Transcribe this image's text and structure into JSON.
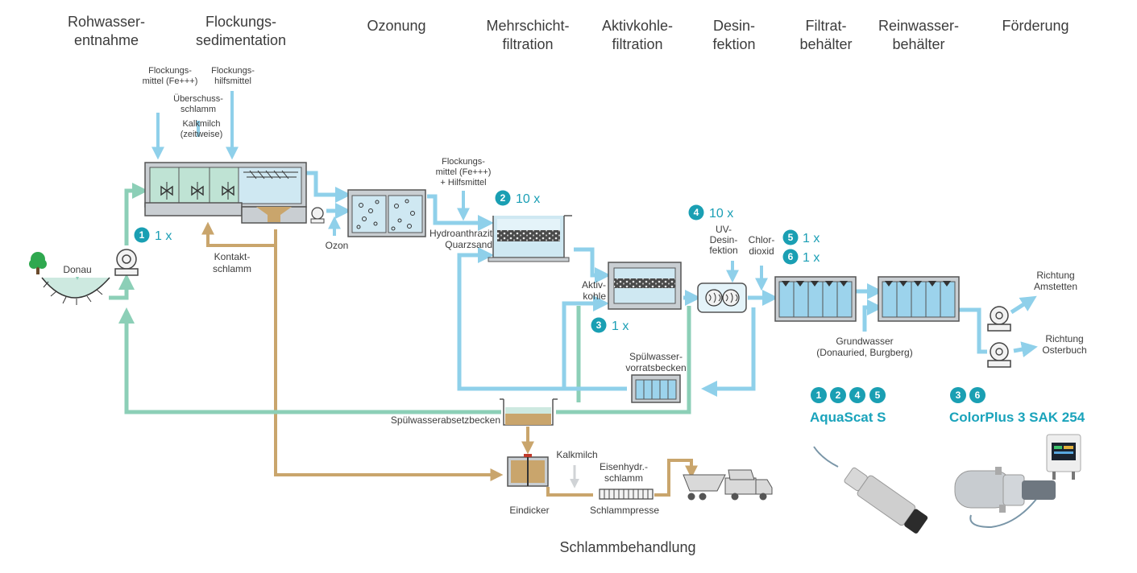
{
  "stages": [
    {
      "l1": "Rohwasser-",
      "l2": "entnahme"
    },
    {
      "l1": "Flockungs-",
      "l2": "sedimentation"
    },
    {
      "l1": "Ozonung",
      "l2": ""
    },
    {
      "l1": "Mehrschicht-",
      "l2": "filtration"
    },
    {
      "l1": "Aktivkohle-",
      "l2": "filtration"
    },
    {
      "l1": "Desin-",
      "l2": "fektion"
    },
    {
      "l1": "Filtrat-",
      "l2": "behälter"
    },
    {
      "l1": "Reinwasser-",
      "l2": "behälter"
    },
    {
      "l1": "Förderung",
      "l2": ""
    }
  ],
  "labels": {
    "flockungsmittel_1": [
      "Flockungs-",
      "mittel (Fe+++)"
    ],
    "flockungshilfsmittel": [
      "Flockungs-",
      "hilfsmittel"
    ],
    "ueberschussschlamm": [
      "Überschuss-",
      "schlamm"
    ],
    "kalkmilch_zeitweise": [
      "Kalkmilch",
      "(zeitweise)"
    ],
    "donau": "Donau",
    "kontaktschlamm": [
      "Kontakt-",
      "schlamm"
    ],
    "ozon": "Ozon",
    "flockungsmittel_2": [
      "Flockungs-",
      "mittel (Fe+++)",
      "+ Hilfsmittel"
    ],
    "hydroanthrazit": [
      "Hydroanthrazit",
      "Quarzsand"
    ],
    "aktivkohle": [
      "Aktiv-",
      "kohle"
    ],
    "uv": [
      "UV-",
      "Desin-",
      "fektion"
    ],
    "chlordioxid": [
      "Chlor-",
      "dioxid"
    ],
    "grundwasser": [
      "Grundwasser",
      "(Donauried, Burgberg)"
    ],
    "richtung_amstetten": [
      "Richtung",
      "Amstetten"
    ],
    "richtung_osterbuch": [
      "Richtung",
      "Osterbuch"
    ],
    "spuelwasservorrat": [
      "Spülwasser-",
      "vorratsbecken"
    ],
    "spuelwasserabsetz": "Spülwasserabsetzbecken",
    "kalkmilch": "Kalkmilch",
    "eisenhydr": [
      "Eisenhydr.-",
      "schlamm"
    ],
    "eindicker": "Eindicker",
    "schlammpresse": "Schlammpresse",
    "schlammbehandlung": "Schlammbehandlung"
  },
  "measurements": [
    {
      "badge": "1",
      "count": "1 x"
    },
    {
      "badge": "2",
      "count": "10 x"
    },
    {
      "badge": "3",
      "count": "1 x"
    },
    {
      "badge": "4",
      "count": "10 x"
    },
    {
      "badge": "5",
      "count": "1 x"
    },
    {
      "badge": "6",
      "count": "1 x"
    }
  ],
  "products": [
    {
      "badges": [
        "1",
        "2",
        "4",
        "5"
      ],
      "name": "AquaScat S"
    },
    {
      "badges": [
        "3",
        "6"
      ],
      "name": "ColorPlus 3 SAK 254"
    }
  ],
  "colors": {
    "water": "#8fd0ea",
    "raw_water": "#8ccfb7",
    "sludge": "#c9a56c",
    "badge": "#1a9fb3",
    "tank_grey": "#c9ced2",
    "light_arrow": "#d0d3d6"
  }
}
